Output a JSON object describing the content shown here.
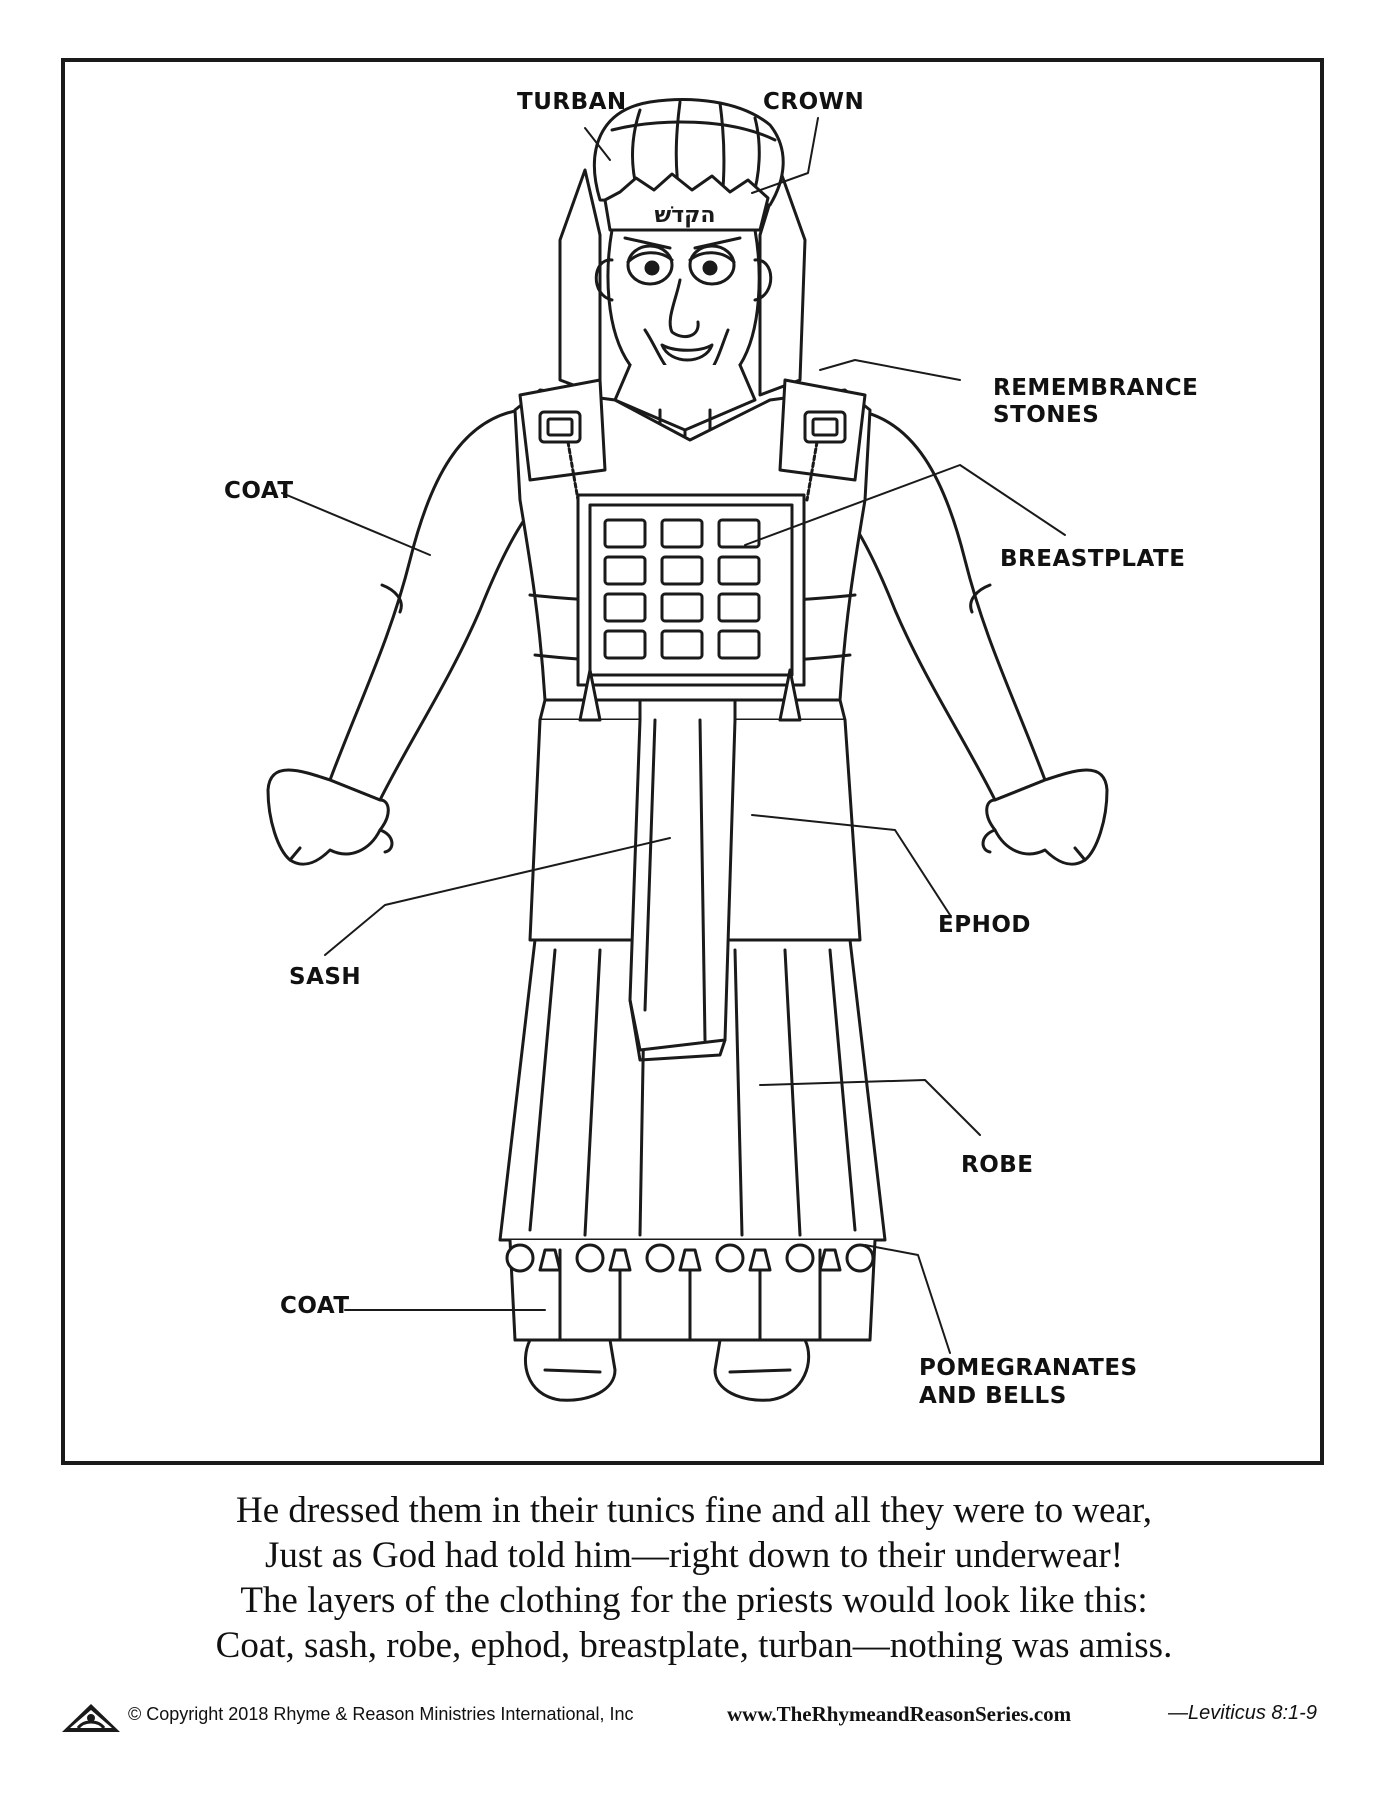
{
  "labels": {
    "turban": "TURBAN",
    "crown": "CROWN",
    "remembrance_line1": "REMEMBRANCE",
    "remembrance_line2": "STONES",
    "coat_upper": "COAT",
    "breastplate": "BREASTPLATE",
    "ephod": "EPHOD",
    "sash": "SASH",
    "robe": "ROBE",
    "coat_lower": "COAT",
    "pomegranates_line1": "POMEGRANATES",
    "pomegranates_line2": "AND BELLS"
  },
  "crown_inscription": "הקדשׁ",
  "poem": [
    "He dressed them in their tunics fine and all they were to wear,",
    "Just as God had told him—right down to their underwear!",
    "The layers of the clothing for the priests would look like this:",
    "Coat, sash, robe, ephod, breastplate, turban—nothing was amiss."
  ],
  "footer": {
    "copyright": "© Copyright 2018 Rhyme & Reason Ministries International, Inc",
    "website": "www.TheRhymeandReasonSeries.com",
    "reference": "—Leviticus 8:1-9"
  }
}
